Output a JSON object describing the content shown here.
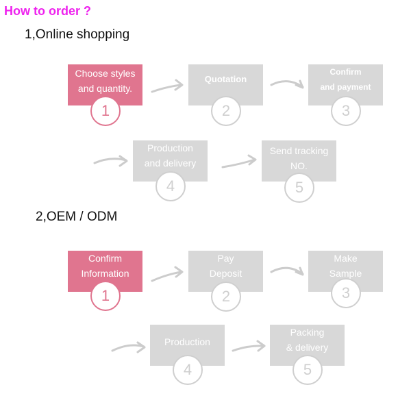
{
  "title": "How to order ?",
  "online": {
    "heading": "1,Online shopping",
    "steps": [
      {
        "line1": "Choose styles",
        "line2": "and quantity.",
        "num": "1"
      },
      {
        "line1": "Quotation",
        "line2": "",
        "num": "2"
      },
      {
        "line1": "Confirm",
        "line2": "and payment",
        "num": "3"
      },
      {
        "line1": "Production",
        "line2": "and delivery",
        "num": "4"
      },
      {
        "line1": "Send tracking",
        "line2": "NO.",
        "num": "5"
      }
    ]
  },
  "oem": {
    "heading": "2,OEM / ODM",
    "steps": [
      {
        "line1": "Confirm",
        "line2": "Information",
        "num": "1"
      },
      {
        "line1": "Pay",
        "line2": "Deposit",
        "num": "2"
      },
      {
        "line1": "Make",
        "line2": "Sample",
        "num": "3"
      },
      {
        "line1": "Production",
        "line2": "",
        "num": "4"
      },
      {
        "line1": "Packing",
        "line2": "& delivery",
        "num": "5"
      }
    ]
  },
  "colors": {
    "accent": "#e0758f",
    "inactive": "#d8d8d8",
    "title": "#ee22ee"
  }
}
